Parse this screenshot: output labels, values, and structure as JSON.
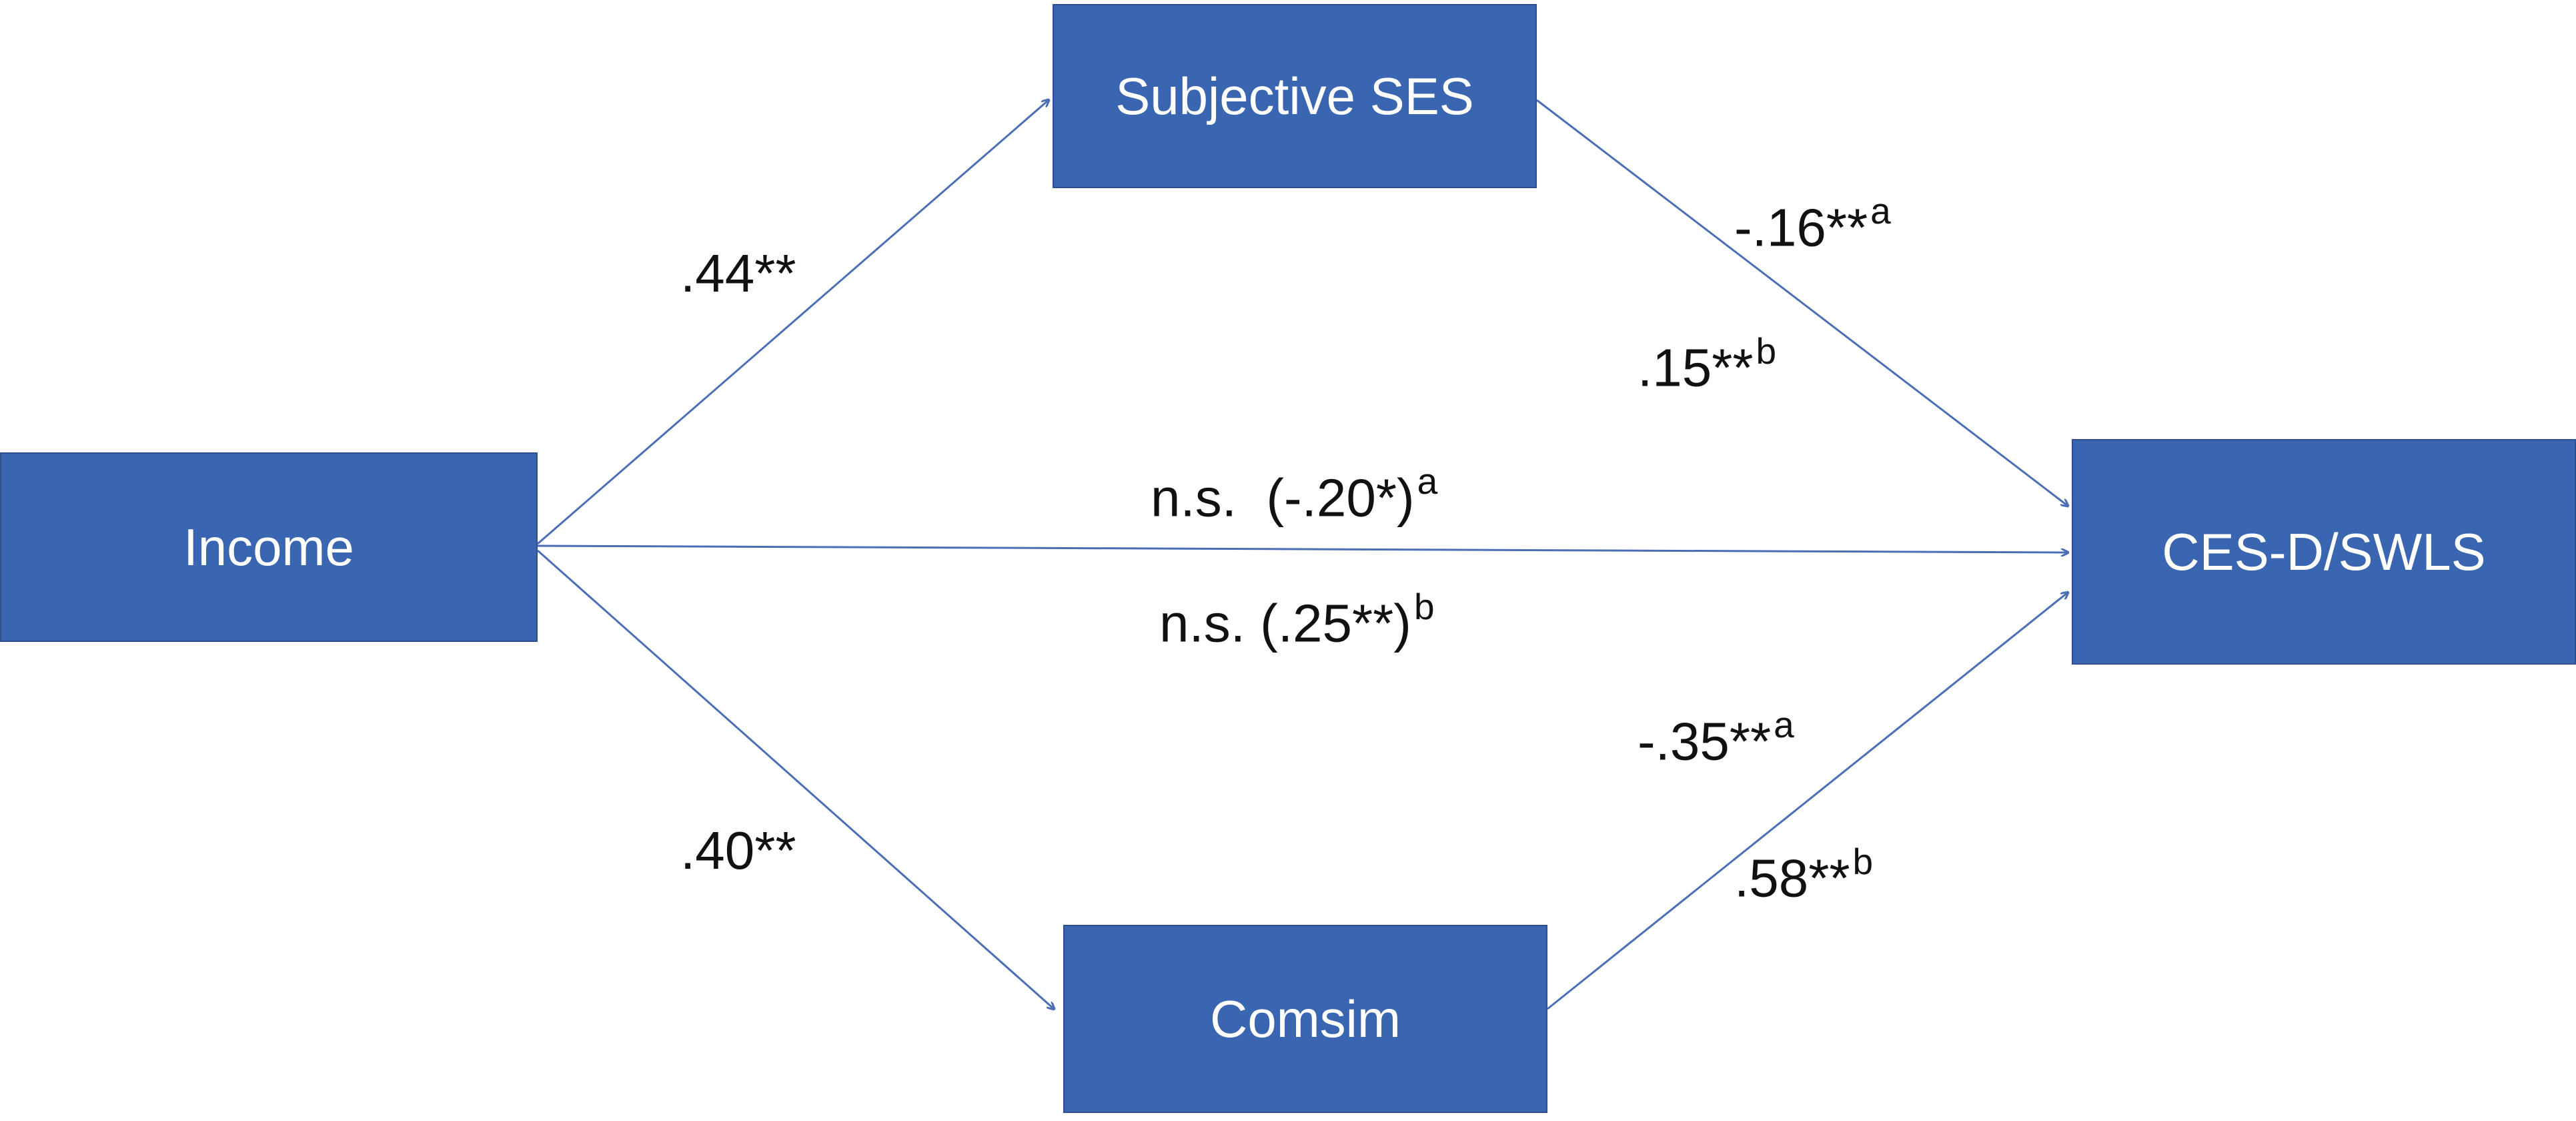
{
  "colors": {
    "box_fill": "#3a65b0",
    "arrow": "#4a6fb5",
    "text": "#111111"
  },
  "nodes": {
    "income": "Income",
    "subjective_ses": "Subjective SES",
    "comsim": "Comsim",
    "outcome": "CES-D/SWLS"
  },
  "paths": {
    "income_to_ses": ".44**",
    "income_to_comsim": ".40**",
    "ses_to_outcome_a": "-.16**",
    "ses_to_outcome_a_sup": "a",
    "ses_to_outcome_b": ".15**",
    "ses_to_outcome_b_sup": "b",
    "direct_a": "n.s.  (-.20*)",
    "direct_a_sup": "a",
    "direct_b": "n.s. (.25**)",
    "direct_b_sup": "b",
    "comsim_to_outcome_a": "-.35**",
    "comsim_to_outcome_a_sup": "a",
    "comsim_to_outcome_b": ".58**",
    "comsim_to_outcome_b_sup": "b"
  }
}
